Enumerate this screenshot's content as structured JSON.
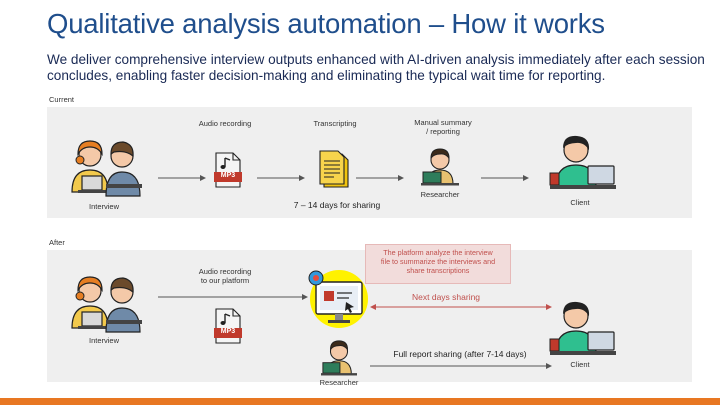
{
  "slide": {
    "title": "Qualitative analysis automation – How it works",
    "subtitle": "We deliver comprehensive interview outputs enhanced with AI-driven analysis immediately after each session concludes, enabling faster decision-making and eliminating the typical wait time for reporting."
  },
  "current": {
    "label": "Current",
    "interview": "Interview",
    "audio": "Audio recording",
    "mp3": "MP3",
    "transcripting": "Transcripting",
    "manual_1": "Manual summary",
    "manual_2": "/ reporting",
    "researcher": "Researcher",
    "client": "Client",
    "days": "7 – 14 days for sharing"
  },
  "after": {
    "label": "After",
    "interview": "Interview",
    "audio_1": "Audio recording",
    "audio_2": "to our platform",
    "mp3": "MP3",
    "callout_1": "The platform analyze the interview",
    "callout_2": "file to summarize the interviews and",
    "callout_3": "share transcriptions",
    "next_days": "Next days sharing",
    "full_report": "Full report sharing (after 7-14 days)",
    "researcher": "Researcher",
    "client": "Client"
  },
  "icons": {
    "people": "interview-people-icon",
    "mp3": "mp3-file-icon",
    "document": "transcript-document-icon",
    "researcher": "researcher-at-laptop-icon",
    "client": "client-at-laptop-icon",
    "platform": "ai-platform-monitor-icon"
  },
  "colors": {
    "title": "#1f4e8c",
    "accent_red": "#c0504d",
    "callout_bg": "#f2dcdb",
    "highlight_yellow": "#fff200",
    "bottom_bar": "#e87722"
  }
}
